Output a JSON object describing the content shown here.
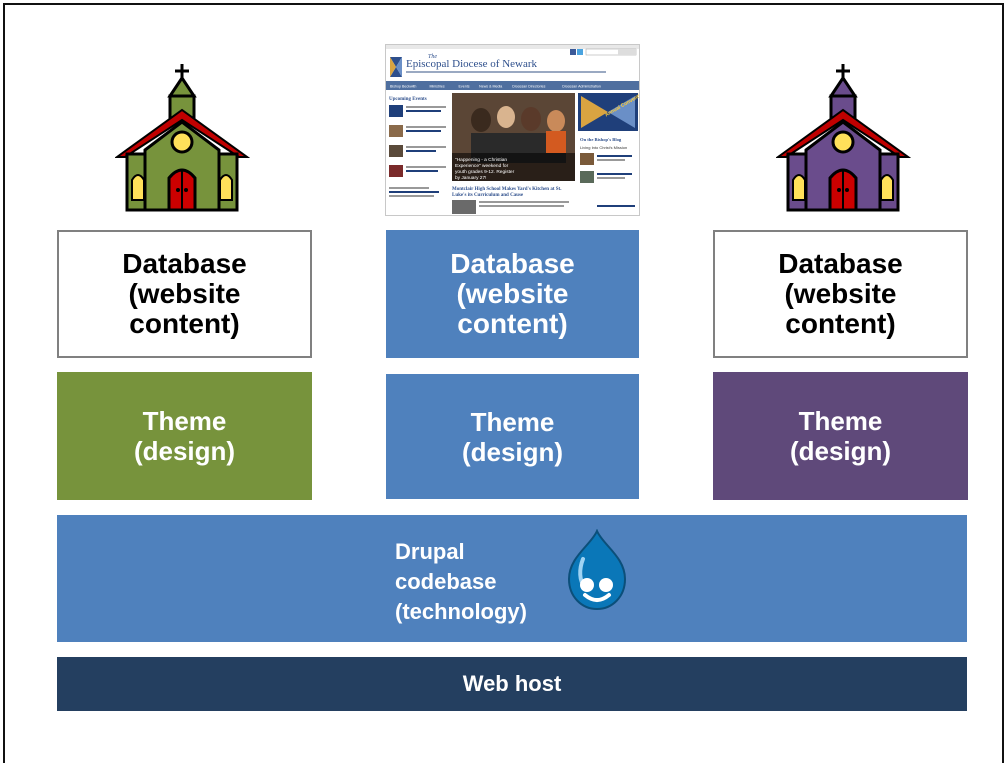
{
  "colors": {
    "blue": "#4f81bd",
    "green": "#77933c",
    "purple": "#5f497a",
    "navy": "#243f60",
    "white": "#ffffff"
  },
  "columns": {
    "left": {
      "database_label": "Database\n(website\ncontent)",
      "theme_label": "Theme\n(design)"
    },
    "center": {
      "database_label": "Database\n(website\ncontent)",
      "theme_label": "Theme\n(design)"
    },
    "right": {
      "database_label": "Database\n(website\ncontent)",
      "theme_label": "Theme\n(design)"
    }
  },
  "codebase": {
    "label": "Drupal\ncodebase\n(technology)",
    "icon": "drupal-drop-icon"
  },
  "webhost": {
    "label": "Web host"
  },
  "website_screenshot": {
    "site_title_prefix": "The",
    "site_title": "Episcopal Diocese of Newark",
    "nav_items": [
      "Bishop Beckwith",
      "Ministries",
      "Events",
      "News & Media",
      "Diocesan Directories",
      "Diocesan Administration"
    ],
    "upcoming_events_heading": "Upcoming Events",
    "blog_heading": "On the Bishop's Blog",
    "feature_caption": "\"Happening - a Christian Experience\" weekend for youth grades 9-12. Register by January 27!",
    "headline": "Montclair High School Makes Yard's Kitchen at St. Luke's its Curriculum and Cause",
    "badge_text": "Annual Convention",
    "blog_post_title": "Living Into Christ's Mission"
  }
}
